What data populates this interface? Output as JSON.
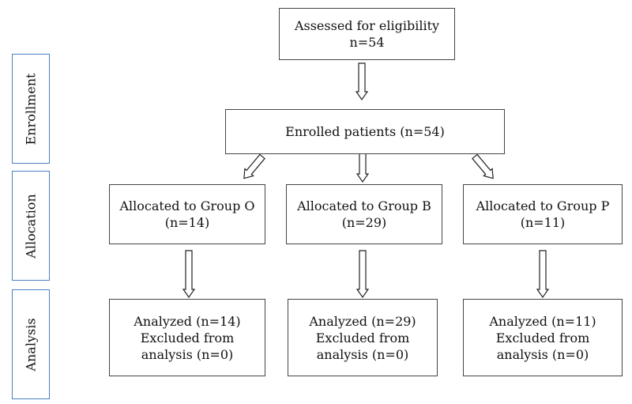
{
  "sidebar": {
    "enrollment": "Enrollment",
    "allocation": "Allocation",
    "analysis": "Analysis"
  },
  "top": {
    "line1": "Assessed for eligibility",
    "line2": "n=54"
  },
  "enrolled": {
    "label": "Enrolled patients (n=54)"
  },
  "allocation": [
    {
      "line1": "Allocated to Group O",
      "line2": "(n=14)"
    },
    {
      "line1": "Allocated to Group B",
      "line2": "(n=29)"
    },
    {
      "line1": "Allocated to Group P",
      "line2": "(n=11)"
    }
  ],
  "analysis": [
    {
      "line1": "Analyzed (n=14)",
      "line2": "Excluded from",
      "line3": "analysis (n=0)"
    },
    {
      "line1": "Analyzed (n=29)",
      "line2": "Excluded from",
      "line3": "analysis (n=0)"
    },
    {
      "line1": "Analyzed (n=11)",
      "line2": "Excluded from",
      "line3": "analysis (n=0)"
    }
  ]
}
